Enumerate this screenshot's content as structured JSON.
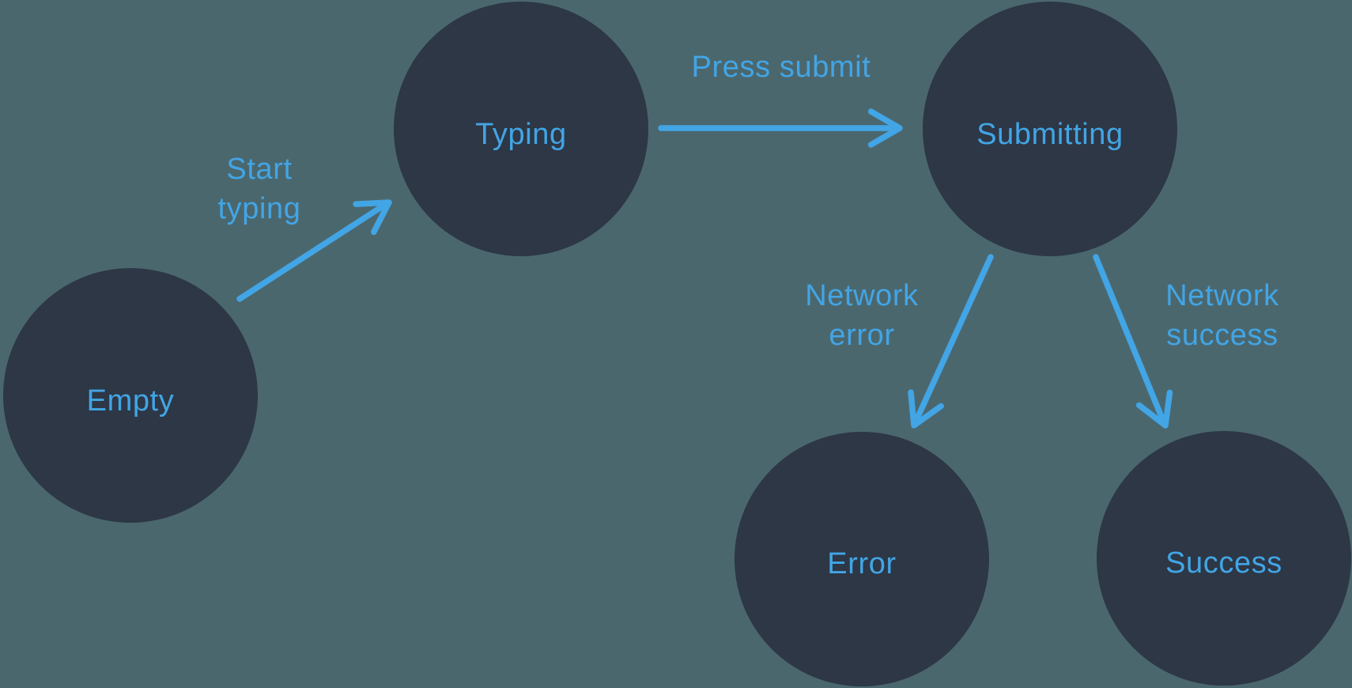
{
  "colors": {
    "background": "#4b676e",
    "node_fill": "#2d3746",
    "accent": "#42a5e5"
  },
  "nodes": [
    {
      "id": "empty",
      "label": "Empty"
    },
    {
      "id": "typing",
      "label": "Typing"
    },
    {
      "id": "submitting",
      "label": "Submitting"
    },
    {
      "id": "error",
      "label": "Error"
    },
    {
      "id": "success",
      "label": "Success"
    }
  ],
  "edges": [
    {
      "id": "start-typing",
      "from": "empty",
      "to": "typing",
      "label_lines": [
        "Start",
        "typing"
      ]
    },
    {
      "id": "press-submit",
      "from": "typing",
      "to": "submitting",
      "label_lines": [
        "Press submit"
      ]
    },
    {
      "id": "network-error",
      "from": "submitting",
      "to": "error",
      "label_lines": [
        "Network",
        "error"
      ]
    },
    {
      "id": "network-success",
      "from": "submitting",
      "to": "success",
      "label_lines": [
        "Network",
        "success"
      ]
    }
  ]
}
